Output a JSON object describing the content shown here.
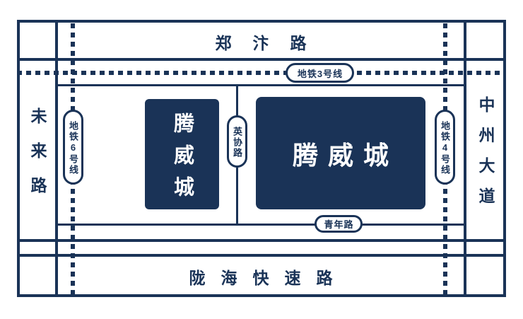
{
  "colors": {
    "navy": "#1a3357",
    "background": "#ffffff"
  },
  "roads": {
    "zhengbian": {
      "label": "郑汴路"
    },
    "longhai": {
      "label": "陇海快速路"
    },
    "weilai": {
      "label": "未来路"
    },
    "zhongzhou": {
      "label": "中州大道"
    },
    "yingxie": {
      "label": "英协路"
    },
    "qingnian": {
      "label": "青年路"
    }
  },
  "metro_lines": {
    "line3": {
      "label": "地铁3号线"
    },
    "line4": {
      "label": "地铁4号线"
    },
    "line6": {
      "label": "地铁6号线"
    }
  },
  "buildings": {
    "tengweicheng_small": {
      "label": "腾威城"
    },
    "tengweicheng_large": {
      "label": "腾威城"
    }
  }
}
